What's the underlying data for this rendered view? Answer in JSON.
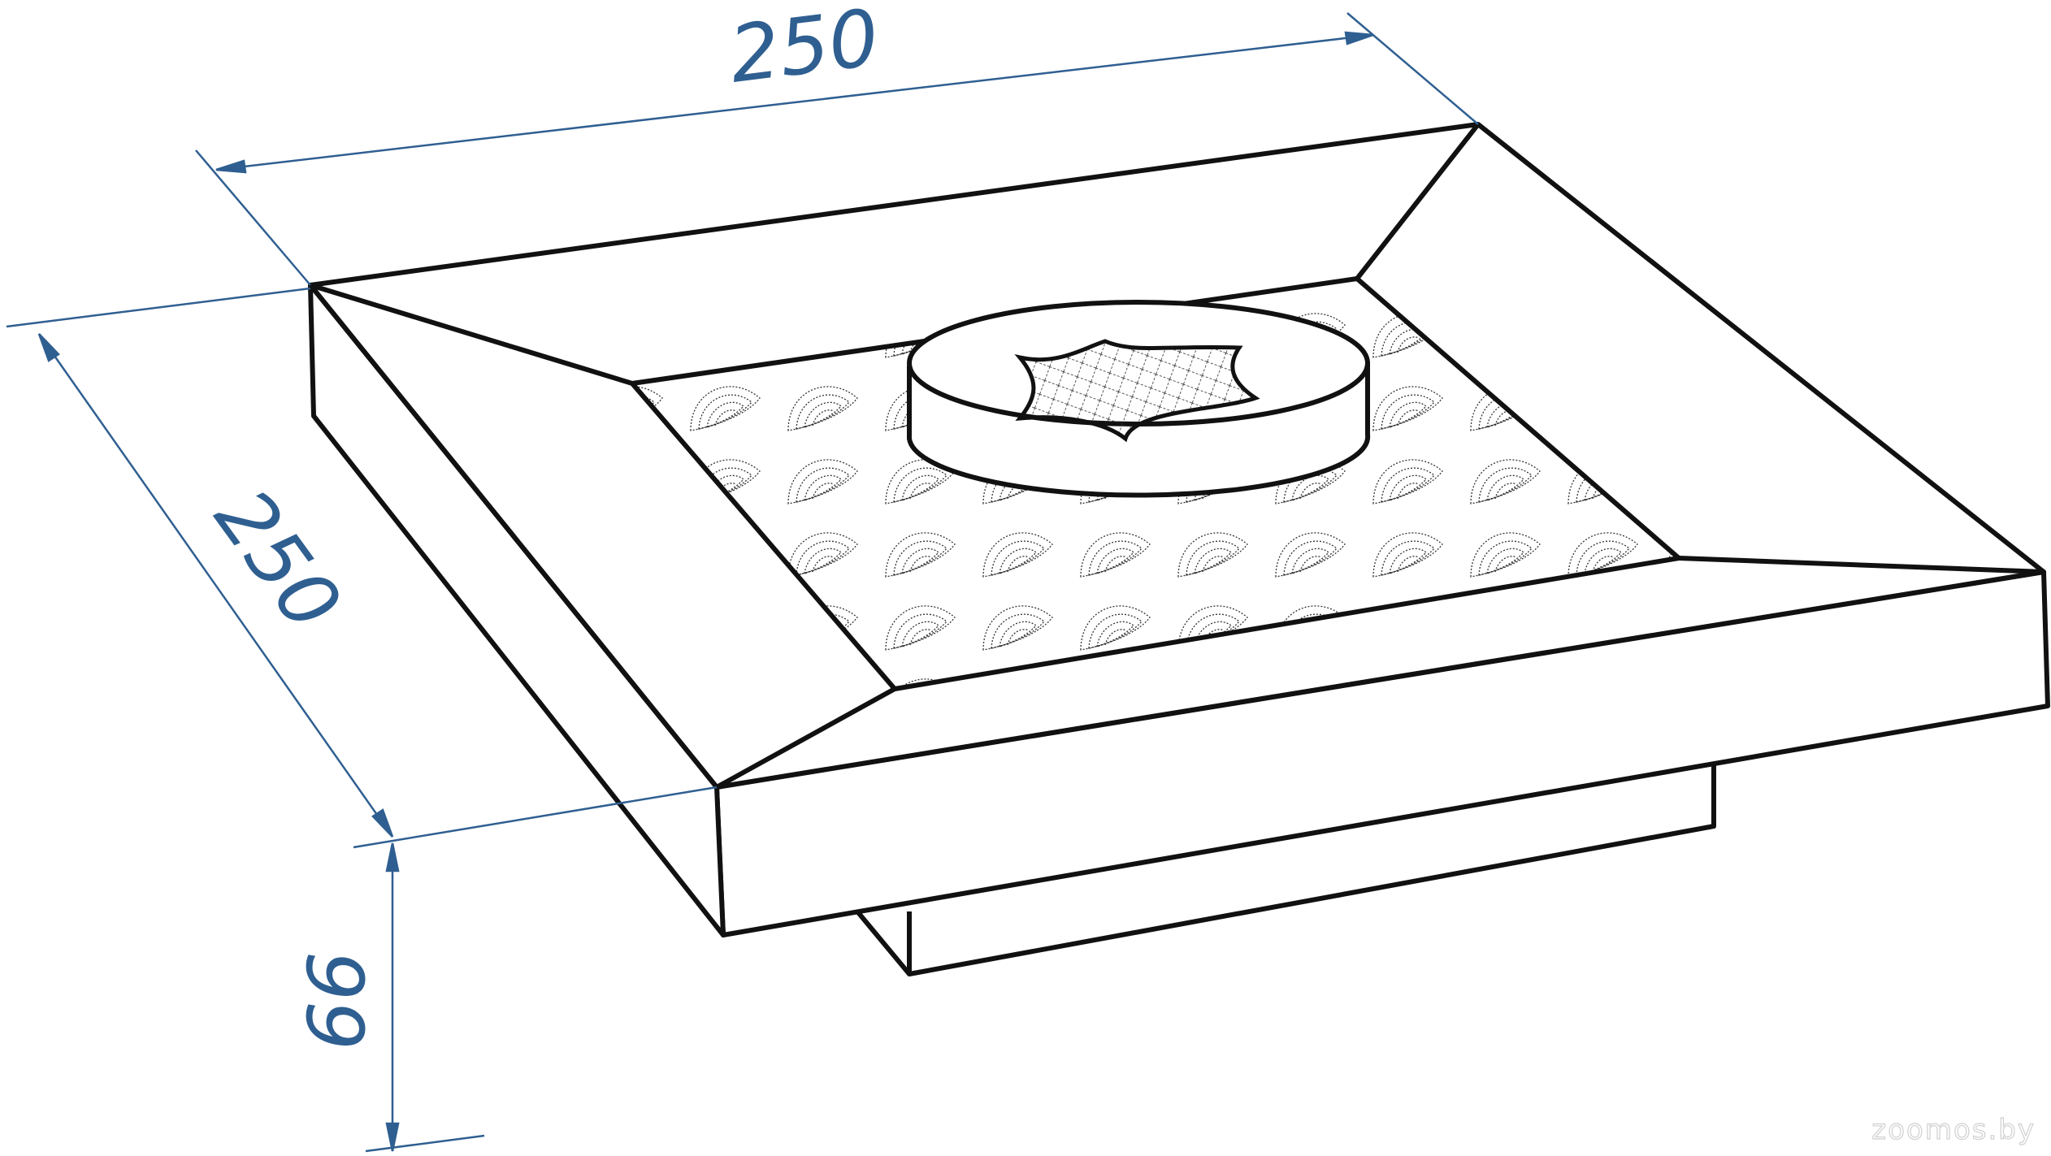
{
  "dimensions": {
    "width": "250",
    "depth": "250",
    "height": "66"
  },
  "watermark": "zoomos.by",
  "colors": {
    "outline": "#111111",
    "dimension": "#2f5f91",
    "watermark": "#d8d8d8"
  }
}
